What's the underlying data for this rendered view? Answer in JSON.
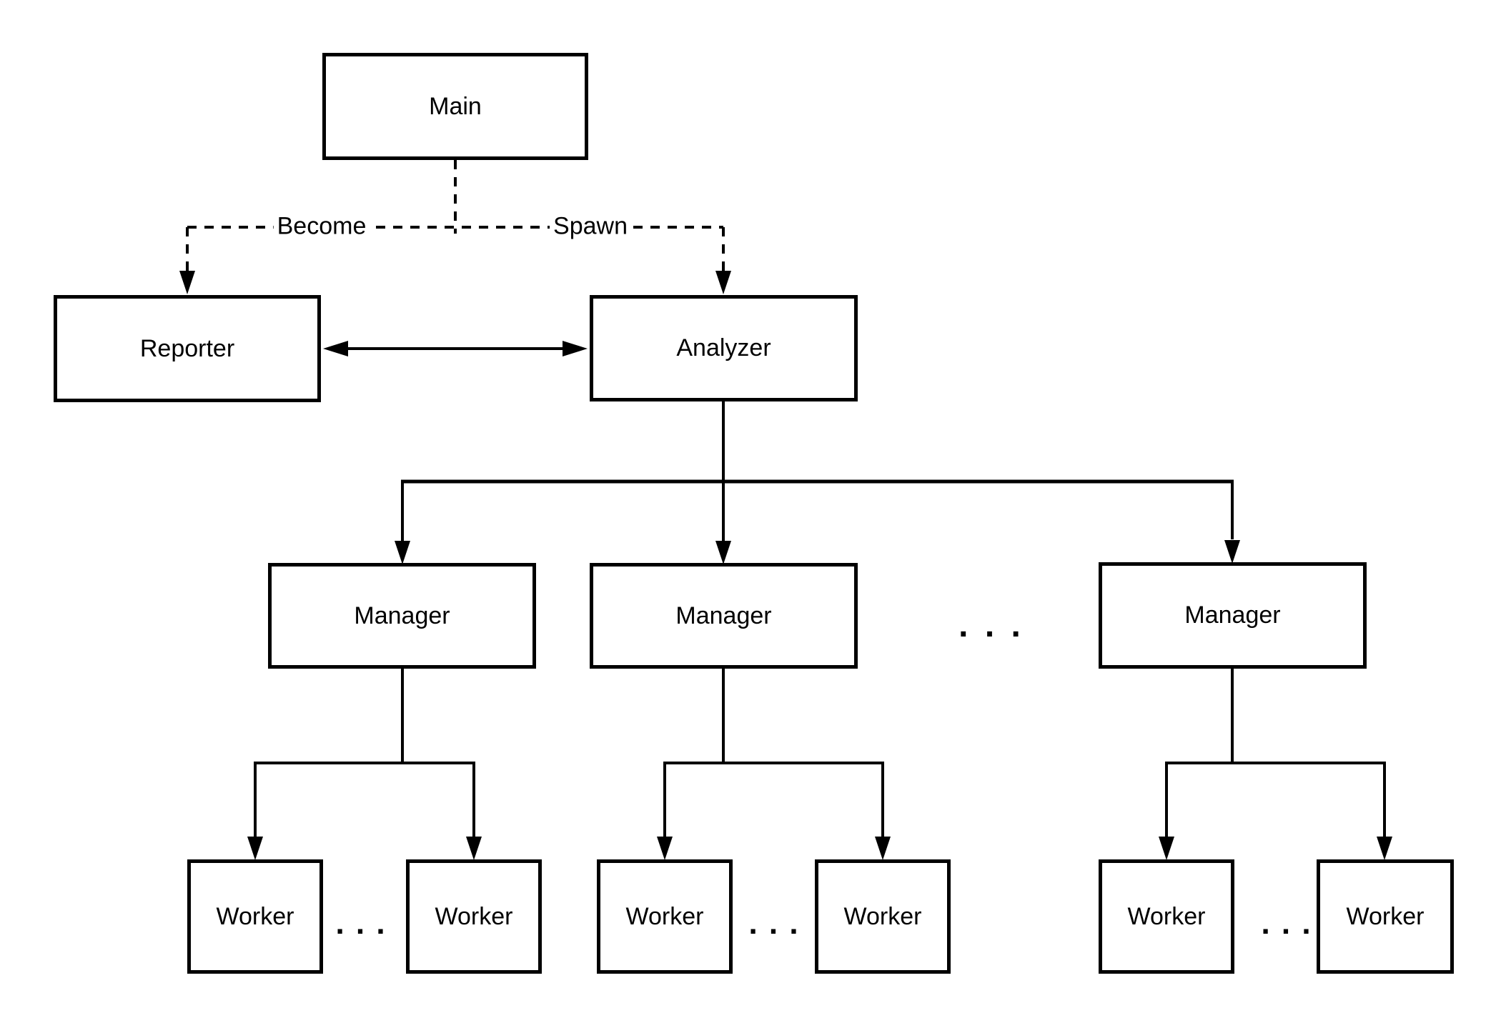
{
  "diagram": {
    "nodes": {
      "main": {
        "label": "Main"
      },
      "reporter": {
        "label": "Reporter"
      },
      "analyzer": {
        "label": "Analyzer"
      },
      "managers": [
        {
          "label": "Manager"
        },
        {
          "label": "Manager"
        },
        {
          "label": "Manager"
        }
      ],
      "workers": [
        {
          "label": "Worker"
        },
        {
          "label": "Worker"
        },
        {
          "label": "Worker"
        },
        {
          "label": "Worker"
        },
        {
          "label": "Worker"
        },
        {
          "label": "Worker"
        }
      ]
    },
    "edges": {
      "become_label": "Become",
      "spawn_label": "Spawn"
    },
    "ellipsis": ". . .",
    "colors": {
      "line": "#000000",
      "background": "#ffffff",
      "node_fill": "#ffffff",
      "node_border": "#000000"
    }
  }
}
